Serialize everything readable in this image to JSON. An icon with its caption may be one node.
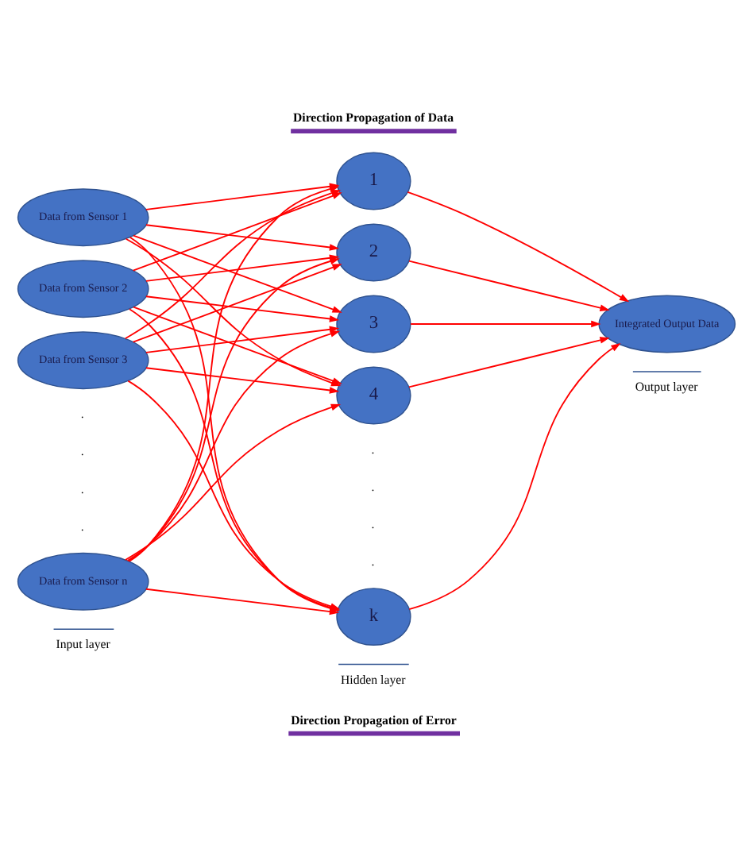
{
  "diagram": {
    "nodes": [
      {
        "text": [
          "Data from Sensor 1"
        ]
      },
      {
        "text": [
          "Data from Sensor 2"
        ]
      },
      {
        "text": [
          "Data from Sensor 3"
        ]
      },
      {
        "text": [
          "Data from Sensor n"
        ]
      },
      {
        "text": [
          "1"
        ]
      },
      {
        "text": [
          "2"
        ]
      },
      {
        "text": [
          "3"
        ]
      },
      {
        "text": [
          "4"
        ]
      },
      {
        "text": [
          "k"
        ]
      },
      {
        "text": [
          "Integrated Output Data"
        ]
      }
    ],
    "edges": [
      {
        "from": 0,
        "to": 4,
        "arrow": "to"
      },
      {
        "from": 0,
        "to": 5,
        "arrow": "to"
      },
      {
        "from": 0,
        "to": 6,
        "arrow": "to"
      },
      {
        "from": 0,
        "to": 7,
        "arrow": "to"
      },
      {
        "from": 0,
        "to": 8,
        "arrow": "to"
      },
      {
        "from": 1,
        "to": 4,
        "arrow": "to"
      },
      {
        "from": 1,
        "to": 5,
        "arrow": "to"
      },
      {
        "from": 1,
        "to": 6,
        "arrow": "to"
      },
      {
        "from": 1,
        "to": 7,
        "arrow": "to"
      },
      {
        "from": 1,
        "to": 8,
        "arrow": "to"
      },
      {
        "from": 2,
        "to": 4,
        "arrow": "to"
      },
      {
        "from": 2,
        "to": 5,
        "arrow": "to"
      },
      {
        "from": 2,
        "to": 6,
        "arrow": "to"
      },
      {
        "from": 2,
        "to": 7,
        "arrow": "to"
      },
      {
        "from": 2,
        "to": 8,
        "arrow": "to"
      },
      {
        "from": 3,
        "to": 4,
        "arrow": "to"
      },
      {
        "from": 3,
        "to": 5,
        "arrow": "to"
      },
      {
        "from": 3,
        "to": 6,
        "arrow": "to"
      },
      {
        "from": 3,
        "to": 7,
        "arrow": "to"
      },
      {
        "from": 3,
        "to": 8,
        "arrow": "to"
      },
      {
        "from": 4,
        "to": 9,
        "arrow": "to"
      },
      {
        "from": 5,
        "to": 9,
        "arrow": "to"
      },
      {
        "from": 6,
        "to": 9,
        "arrow": "to"
      },
      {
        "from": 7,
        "to": 9,
        "arrow": "to"
      },
      {
        "from": 8,
        "to": 9,
        "arrow": "to"
      }
    ],
    "labels": [
      "Direction Propagation of Data",
      ".",
      ".",
      ".",
      ".",
      ".",
      ".",
      ".",
      ".",
      "Input layer",
      "Hidden layer",
      "Output layer",
      "Direction Propagation of Error"
    ]
  }
}
